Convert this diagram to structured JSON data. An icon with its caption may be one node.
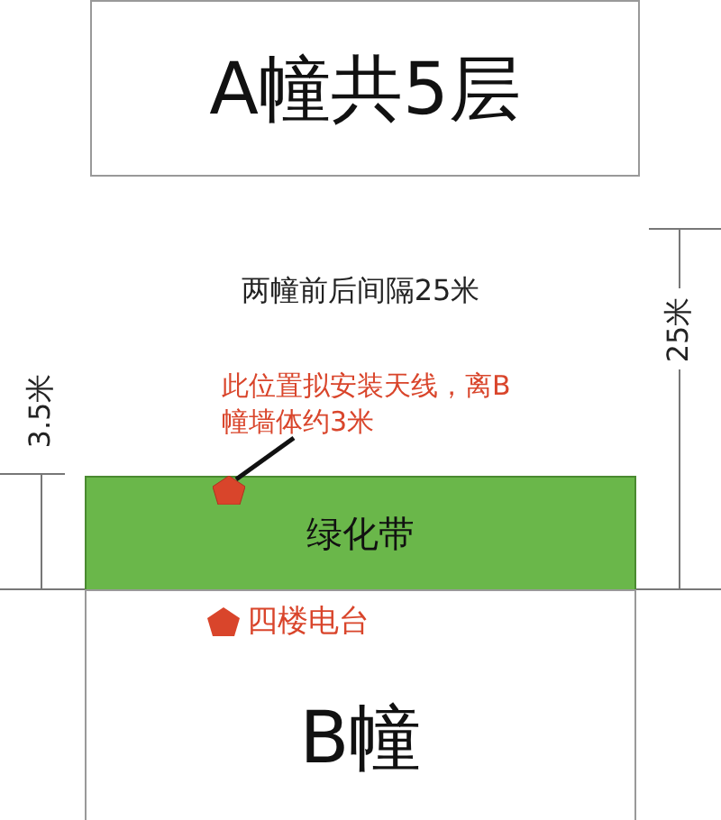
{
  "diagram": {
    "nodes": [
      {
        "text": [
          "A幢共5层"
        ]
      },
      {
        "text": [
          "绿化带"
        ]
      },
      {
        "text": [
          "B幢"
        ]
      },
      {
        "text": [
          "此位置拟安装天线，离B幢墙体约3米"
        ]
      },
      {
        "text": [],
        "shape": "pentagon",
        "in": 1
      }
    ],
    "edges": [
      {
        "from": 3,
        "to": 4,
        "arrow": "none"
      }
    ],
    "labels": [
      "两幢前后间隔25米",
      "3.5米",
      "25米",
      "四楼电台"
    ]
  }
}
